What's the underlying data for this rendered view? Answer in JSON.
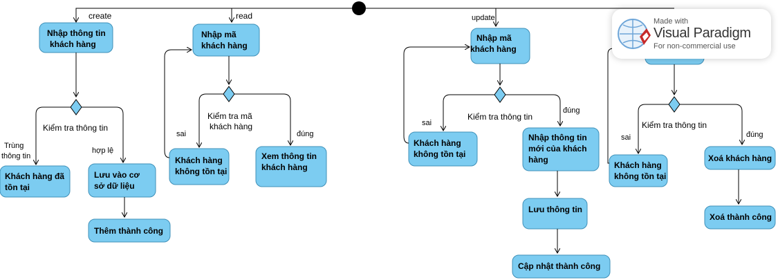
{
  "branches": {
    "create": "create",
    "read": "read",
    "update": "update"
  },
  "create": {
    "input": [
      "Nhập thông tin",
      "khách hàng"
    ],
    "check": "Kiểm tra thông tin",
    "dup_label": [
      "Trùng",
      "thông tin"
    ],
    "valid_label": "hợp lệ",
    "exists": [
      "Khách hàng đã",
      "tồn tại"
    ],
    "save": [
      "Lưu vào cơ",
      "sở dữ liệu"
    ],
    "success": "Thêm thành công"
  },
  "read": {
    "input": [
      "Nhập mã",
      "khách hàng"
    ],
    "check": [
      "Kiểm tra mã",
      "khách hàng"
    ],
    "false_label": "sai",
    "true_label": "đúng",
    "not_found": [
      "Khách hàng",
      "không tồn tại"
    ],
    "view": [
      "Xem thông tin",
      "khách hàng"
    ]
  },
  "update": {
    "input": [
      "Nhập mã",
      "khách hàng"
    ],
    "check": "Kiểm tra thông tin",
    "false_label": "sai",
    "true_label": "đúng",
    "not_found": [
      "Khách hàng",
      "không tồn tại"
    ],
    "new_info": [
      "Nhập thông tin",
      "mới của khách",
      " hàng"
    ],
    "save": "Lưu thông tin",
    "success": "Cập nhật thành công"
  },
  "delete": {
    "check": "Kiểm tra thông tin",
    "false_label": "sai",
    "true_label": "đúng",
    "not_found": [
      "Khách hàng",
      "không tồn tại"
    ],
    "remove": "Xoá khách hàng",
    "success": "Xoá thành công"
  },
  "watermark": {
    "made_with": "Made with",
    "brand": "Visual Paradigm",
    "note": "For non-commercial use"
  },
  "colors": {
    "node_fill": "#7cccf1",
    "node_stroke": "#3f90b8",
    "edge": "#000000"
  }
}
